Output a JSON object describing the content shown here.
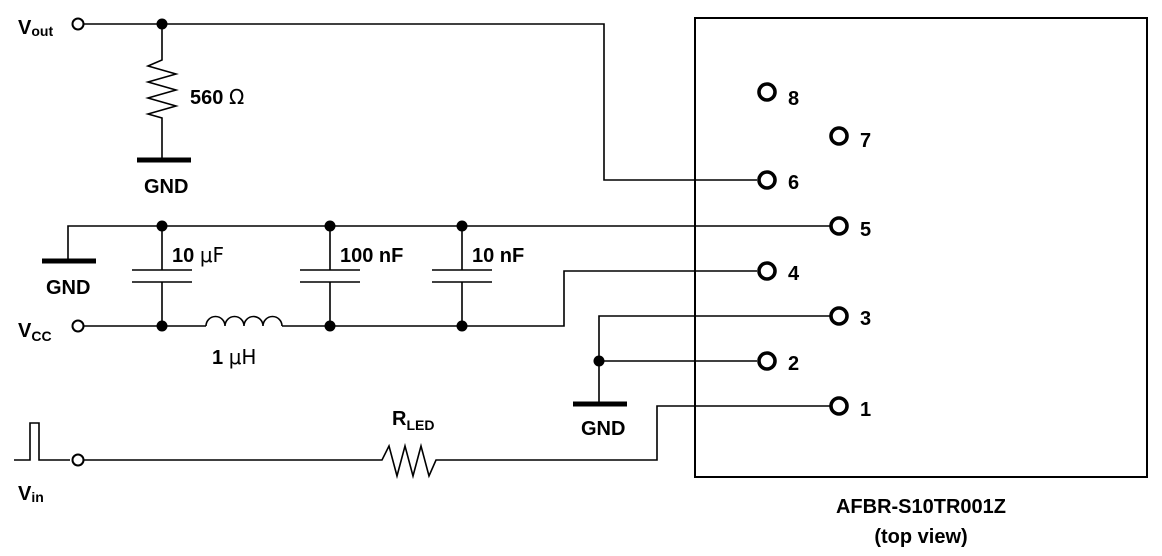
{
  "component": {
    "part_number": "AFBR-S10TR001Z",
    "view_note": "(top view)",
    "pins": [
      "1",
      "2",
      "3",
      "4",
      "5",
      "6",
      "7",
      "8"
    ]
  },
  "nodes": {
    "vout": {
      "main": "V",
      "sub": "out"
    },
    "vcc": {
      "main": "V",
      "sub": "CC"
    },
    "vin": {
      "main": "V",
      "sub": "in"
    }
  },
  "components": {
    "r_pullup": {
      "value": "560",
      "unit": "Ω"
    },
    "c1": {
      "value": "10",
      "unit": "μF"
    },
    "c2": {
      "value": "100 nF"
    },
    "c3": {
      "value": "10 nF"
    },
    "l1": {
      "value": "1",
      "unit": "μH"
    },
    "r_led": {
      "main": "R",
      "sub": "LED"
    }
  },
  "grounds": [
    "GND",
    "GND",
    "GND"
  ]
}
